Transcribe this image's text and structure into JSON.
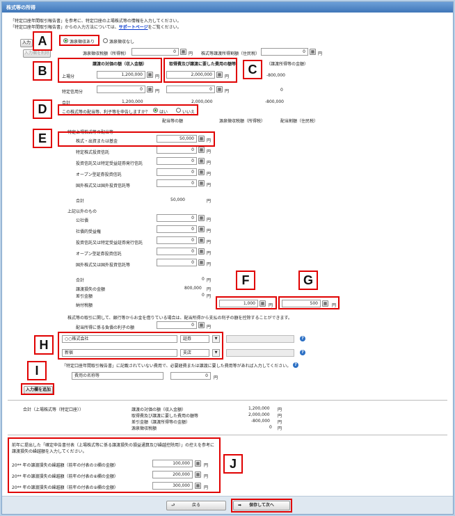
{
  "window": {
    "title": "株式等の所得"
  },
  "intro": {
    "line1_part1": "「特定口座年間取引報告書」を参考に、特定口座の上場株式等の情報を入力してください。",
    "line2_part1": "「特定口座年間取引報告書」からの入力方法については、",
    "support_link": "サポートページ",
    "line2_part2": "をご覧ください。"
  },
  "side_buttons": {
    "input": "入力",
    "delete": "入力欄を削除"
  },
  "withholding": {
    "option_yes": "源泉徴収あり",
    "option_no": "源泉徴収なし"
  },
  "tax_withheld": {
    "label_national": "源泉徴収税額（所得税）",
    "value_national": "0",
    "label_local": "株式等譲渡所得割額（住民税）",
    "value_local": "0"
  },
  "transfer": {
    "header_income": "譲渡の対価の額（収入金額）",
    "header_cost": "取得費及び譲渡に要した費用の額等",
    "header_gain": "（譲渡所得等の金額）",
    "listed_label": "上場分",
    "listed_income": "1,200,000",
    "listed_cost": "2,000,000",
    "listed_gain": "-800,000",
    "special_label": "特定信用分",
    "special_income": "0",
    "special_cost": "0",
    "special_gain": "0",
    "total_label": "合計",
    "total_income": "1,200,000",
    "total_cost": "2,000,000",
    "total_gain": "-800,000"
  },
  "dividend_question": {
    "text": "この株式等の配当等、利子等を申告しますか？",
    "yes": "はい",
    "no": "いいえ"
  },
  "dividend_headers": {
    "amount": "配当等の額",
    "withheld": "源泉徴収税額（所得税）",
    "local": "配当割額（住民税）"
  },
  "listed_dividends": {
    "section": "特定上場株式等の配当等",
    "rows": [
      {
        "label": "株式・出資または基金",
        "value": "50,000"
      },
      {
        "label": "特定株式投資信託",
        "value": "0"
      },
      {
        "label": "投資信託又は特定受益証券発行信託",
        "value": "0"
      },
      {
        "label": "オープン型証券投資信託",
        "value": "0"
      },
      {
        "label": "国外株式又は国外投資信託等",
        "value": "0"
      }
    ],
    "total_label": "合計",
    "total_value": "50,000"
  },
  "other_dividends": {
    "section": "上記以外のもの",
    "rows": [
      {
        "label": "公社債",
        "value": "0"
      },
      {
        "label": "社債的受益権",
        "value": "0"
      },
      {
        "label": "投資信託又は特定受益証券発行信託",
        "value": "0"
      },
      {
        "label": "オープン型証券投資信託",
        "value": "0"
      },
      {
        "label": "国外株式又は国外投資信託等",
        "value": "0"
      }
    ],
    "total_label": "合計",
    "total_value": "0"
  },
  "offset": {
    "loss_label": "譲渡損失の金額",
    "loss_value": "800,000",
    "diff_label": "差引金額",
    "diff_value": "0",
    "tax_label": "納付税額",
    "tax_national": "1,000",
    "tax_local": "500"
  },
  "interest_note": "株式等の取引に関して、銀行等からお金を借りている場合は、配当所得から支払の利子の額を控除することができます。",
  "interest_row": {
    "label": "配当所得に係る負債の利子の額",
    "value": "0"
  },
  "accounts": [
    {
      "name": "○○株式会社",
      "type": "証券"
    },
    {
      "name": "新宿",
      "type": "支店"
    }
  ],
  "unlisted_note": "「特定口座年間取引報告書」に記載されていない費用で、必要経費または譲渡に要した費用等があれば入力してください。",
  "expense_row": {
    "placeholder": "費用の名称等",
    "value": "0"
  },
  "add_input_button": "入力欄を追加",
  "summary": {
    "title": "合計（上場株式等（特定口座））",
    "rows": [
      {
        "label": "譲渡の対価の額（収入金額）",
        "value": "1,200,000"
      },
      {
        "label": "取得費及び譲渡に要した費用の額等",
        "value": "2,000,000"
      },
      {
        "label": "差引金額（譲渡所得等の金額）",
        "value": "-800,000"
      },
      {
        "label": "源泉徴収税額",
        "value": "0"
      }
    ]
  },
  "carryover": {
    "note1": "前年に提出した「確定申告書付表（上場株式等に係る譲渡損失の損益通算及び繰越控除用）」の控えを参考に",
    "note2": "譲渡損失の繰越額を入力してください。",
    "rows": [
      {
        "label": "20** 年の譲渡損失の繰越額（前年の付表の⑦欄の金額）",
        "value": "100,000"
      },
      {
        "label": "20** 年の譲渡損失の繰越額（前年の付表の⑧欄の金額）",
        "value": "200,000"
      },
      {
        "label": "20** 年の譲渡損失の繰越額（前年の付表の⑨欄の金額）",
        "value": "300,000"
      }
    ]
  },
  "footer": {
    "back": "戻る",
    "save_next": "保存して次へ"
  },
  "units": {
    "yen": "円"
  },
  "markers": [
    "A",
    "B",
    "C",
    "D",
    "E",
    "F",
    "G",
    "H",
    "I",
    "J"
  ],
  "colors": {
    "title_bar": "#3f76b8",
    "highlight": "#e00000",
    "link": "#0033cc"
  }
}
